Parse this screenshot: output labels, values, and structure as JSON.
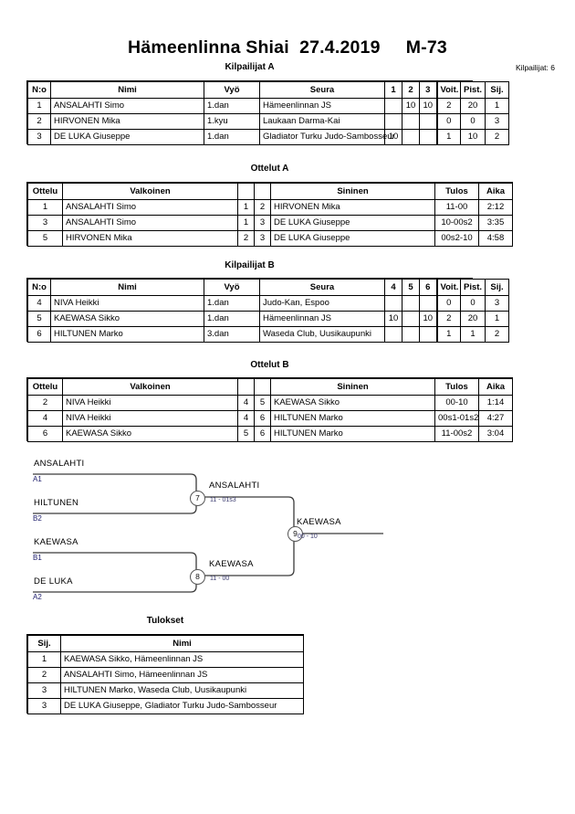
{
  "header": {
    "title": "Hämeenlinna Shiai  27.4.2019     M-73",
    "competitor_count": "Kilpailijat: 6"
  },
  "pool_a": {
    "caption": "Kilpailijat A",
    "columns": [
      "N:o",
      "Nimi",
      "Vyö",
      "Seura",
      "1",
      "2",
      "3",
      "Voit.",
      "Pist.",
      "Sij."
    ],
    "rows": [
      {
        "no": "1",
        "name": "ANSALAHTI Simo",
        "belt": "1.dan",
        "club": "Hämeenlinnan JS",
        "m1": "",
        "m2": "10",
        "m3": "10",
        "wins": "2",
        "points": "20",
        "rank": "1"
      },
      {
        "no": "2",
        "name": "HIRVONEN Mika",
        "belt": "1.kyu",
        "club": "Laukaan Darma-Kai",
        "m1": "",
        "m2": "",
        "m3": "",
        "wins": "0",
        "points": "0",
        "rank": "3"
      },
      {
        "no": "3",
        "name": "DE LUKA Giuseppe",
        "belt": "1.dan",
        "club": "Gladiator Turku Judo-Sambosseur",
        "m1": "10",
        "m2": "",
        "m3": "",
        "wins": "1",
        "points": "10",
        "rank": "2"
      }
    ]
  },
  "matches_a": {
    "caption": "Ottelut A",
    "columns": [
      "Ottelu",
      "Valkoinen",
      "",
      "",
      "Sininen",
      "Tulos",
      "Aika"
    ],
    "rows": [
      {
        "match": "1",
        "white": "ANSALAHTI Simo",
        "wno": "1",
        "bno": "2",
        "blue": "HIRVONEN Mika",
        "result": "11-00",
        "time": "2:12"
      },
      {
        "match": "3",
        "white": "ANSALAHTI Simo",
        "wno": "1",
        "bno": "3",
        "blue": "DE LUKA Giuseppe",
        "result": "10-00s2",
        "time": "3:35"
      },
      {
        "match": "5",
        "white": "HIRVONEN Mika",
        "wno": "2",
        "bno": "3",
        "blue": "DE LUKA Giuseppe",
        "result": "00s2-10",
        "time": "4:58"
      }
    ]
  },
  "pool_b": {
    "caption": "Kilpailijat B",
    "columns": [
      "N:o",
      "Nimi",
      "Vyö",
      "Seura",
      "4",
      "5",
      "6",
      "Voit.",
      "Pist.",
      "Sij."
    ],
    "rows": [
      {
        "no": "4",
        "name": "NIVA Heikki",
        "belt": "1.dan",
        "club": "Judo-Kan, Espoo",
        "m1": "",
        "m2": "",
        "m3": "",
        "wins": "0",
        "points": "0",
        "rank": "3"
      },
      {
        "no": "5",
        "name": "KAEWASA Sikko",
        "belt": "1.dan",
        "club": "Hämeenlinnan JS",
        "m1": "10",
        "m2": "",
        "m3": "10",
        "wins": "2",
        "points": "20",
        "rank": "1"
      },
      {
        "no": "6",
        "name": "HILTUNEN Marko",
        "belt": "3.dan",
        "club": "Waseda Club, Uusikaupunki",
        "m1": "",
        "m2": "",
        "m3": "",
        "wins": "1",
        "points": "1",
        "rank": "2"
      }
    ]
  },
  "matches_b": {
    "caption": "Ottelut B",
    "columns": [
      "Ottelu",
      "Valkoinen",
      "",
      "",
      "Sininen",
      "Tulos",
      "Aika"
    ],
    "rows": [
      {
        "match": "2",
        "white": "NIVA Heikki",
        "wno": "4",
        "bno": "5",
        "blue": "KAEWASA Sikko",
        "result": "00-10",
        "time": "1:14"
      },
      {
        "match": "4",
        "white": "NIVA Heikki",
        "wno": "4",
        "bno": "6",
        "blue": "HILTUNEN Marko",
        "result": "00s1-01s2",
        "time": "4:27"
      },
      {
        "match": "6",
        "white": "KAEWASA Sikko",
        "wno": "5",
        "bno": "6",
        "blue": "HILTUNEN Marko",
        "result": "11-00s2",
        "time": "3:04"
      }
    ]
  },
  "bracket": {
    "entries": [
      {
        "name": "ANSALAHTI",
        "seed": "A1"
      },
      {
        "name": "HILTUNEN",
        "seed": "B2"
      },
      {
        "name": "KAEWASA",
        "seed": "B1"
      },
      {
        "name": "DE LUKA",
        "seed": "A2"
      }
    ],
    "semifinals": [
      {
        "number": "7",
        "winner": "ANSALAHTI",
        "score": "11 - 01s3"
      },
      {
        "number": "8",
        "winner": "KAEWASA",
        "score": "11 - 00"
      }
    ],
    "final": {
      "number": "9",
      "winner": "KAEWASA",
      "score": "00 - 10"
    }
  },
  "results": {
    "caption": "Tulokset",
    "columns": [
      "Sij.",
      "Nimi"
    ],
    "rows": [
      {
        "rank": "1",
        "name": "KAEWASA Sikko, Hämeenlinnan JS"
      },
      {
        "rank": "2",
        "name": "ANSALAHTI Simo, Hämeenlinnan JS"
      },
      {
        "rank": "3",
        "name": "HILTUNEN Marko, Waseda Club, Uusikaupunki"
      },
      {
        "rank": "3",
        "name": "DE LUKA Giuseppe, Gladiator Turku Judo-Sambosseur"
      }
    ]
  }
}
